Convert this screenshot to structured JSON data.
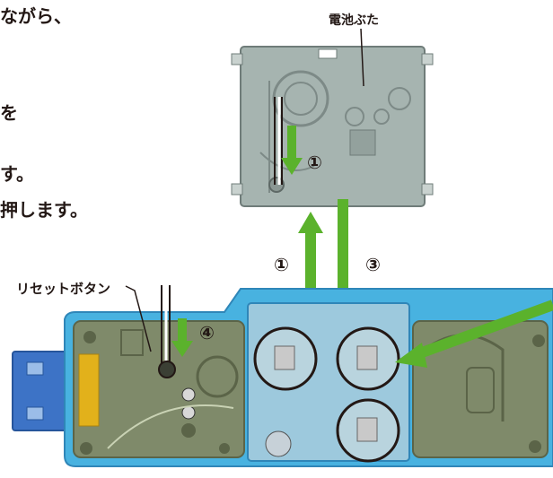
{
  "instructions": {
    "line1": "ながら、",
    "line2": "を",
    "line3": "す。",
    "line4": "押します。"
  },
  "labels": {
    "battery_cover": "電池ぶた",
    "reset_button": "リセットボタン"
  },
  "step_numbers": {
    "cover_down": "①",
    "up": "①",
    "down": "③",
    "reset": "④"
  },
  "colors": {
    "arrow_green": "#5bb22c",
    "device_blue": "#48b2e0",
    "board_olive": "#7f8a6a",
    "cover_gray": "#a6b4b0",
    "connector_blue": "#3d73c6",
    "contacts_gold": "#e2b11b"
  }
}
